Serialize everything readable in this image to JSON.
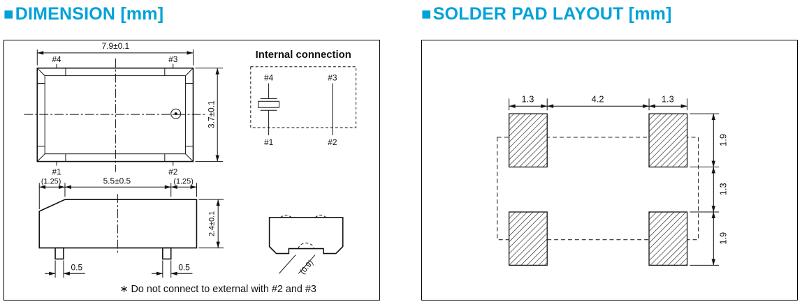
{
  "accent_color": "#00a2d8",
  "dimension_panel": {
    "marker": "■",
    "title": "DIMENSION [mm]",
    "top_view": {
      "width_dim": "7.9±0.1",
      "height_dim": "3.7±0.1",
      "pin_top_left": "#4",
      "pin_top_right": "#3",
      "pin_bottom_left": "#1",
      "pin_bottom_right": "#2"
    },
    "internal_connection": {
      "title": "Internal connection",
      "pin_top_left": "#4",
      "pin_top_right": "#3",
      "pin_bottom_left": "#1",
      "pin_bottom_right": "#2"
    },
    "side_view": {
      "left_dim": "(1.25)",
      "body_dim": "5.5±0.5",
      "right_dim": "(1.25)",
      "height_dim": "2.4±0.1",
      "foot_left_dim": "0.5",
      "foot_right_dim": "0.5"
    },
    "end_view": {
      "foot_dim": "(0.9)"
    },
    "note": "∗ Do not connect to external with #2 and #3"
  },
  "solder_pad_panel": {
    "marker": "■",
    "title": "SOLDER PAD LAYOUT [mm]",
    "dims": {
      "pad_width_left": "1.3",
      "pad_pitch": "4.2",
      "pad_width_right": "1.3",
      "pad_height_top": "1.9",
      "row_gap": "1.3",
      "pad_height_bottom": "1.9"
    }
  }
}
